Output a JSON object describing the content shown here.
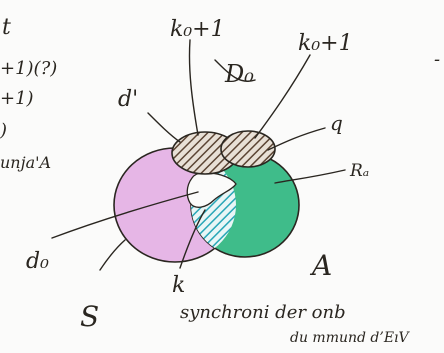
{
  "labels": {
    "top_left": "k₀+1",
    "top_right": "k₀+1",
    "top_mid": "D₀",
    "left_small": "d'",
    "right_q": "q",
    "right_pa": "Rₐ",
    "left_d0": "d₀",
    "big_A": "A",
    "big_S": "S",
    "bottom_k": "k",
    "handwriting_line1": "synchroni der onb",
    "handwriting_line2": "du mmund d’EıV",
    "left_fragment_1": "t",
    "left_fragment_2": "+1)(?)",
    "left_fragment_3": "+1)",
    "left_fragment_4": ")",
    "left_fragment_5": "unja'A",
    "right_fragment": "-"
  },
  "colors": {
    "pink_region": "#e6b6e6",
    "green_region": "#3fbc8a",
    "hatch_brown": "#5b4433",
    "teal_hatch": "#2aa7b8",
    "ink": "#2a2620",
    "background": "#fbfbfa"
  }
}
